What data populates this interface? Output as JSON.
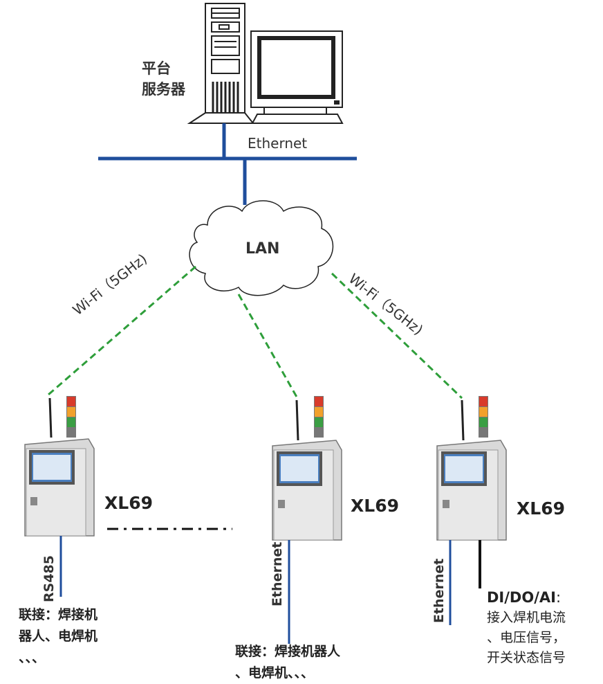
{
  "server": {
    "label_line1": "平台",
    "label_line2": "服务器"
  },
  "backbone": {
    "label": "Ethernet"
  },
  "cloud": {
    "label": "LAN"
  },
  "links": {
    "wifi_left": "Wi-Fi（5GHz)",
    "wifi_right": "Wi-Fi（5GHz)"
  },
  "devices": [
    {
      "name": "XL69",
      "port": "RS485",
      "note_line1": "联接：焊接机",
      "note_line2": "器人、电焊机",
      "note_line3": "、、、"
    },
    {
      "name": "XL69",
      "port": "Ethernet",
      "note_line1": "联接：焊接机器人",
      "note_line2": "、电焊机、、、"
    },
    {
      "name": "XL69",
      "port": "Ethernet",
      "io_title": "DI/DO/AI",
      "io_colon": ":",
      "io_line1": "接入焊机电流",
      "io_line2": "、电压信号，",
      "io_line3": "开关状态信号"
    }
  ],
  "colors": {
    "backbone": "#1f4e9c",
    "wifi": "#2e9e3a",
    "device_panel": "#3f6fb0"
  }
}
